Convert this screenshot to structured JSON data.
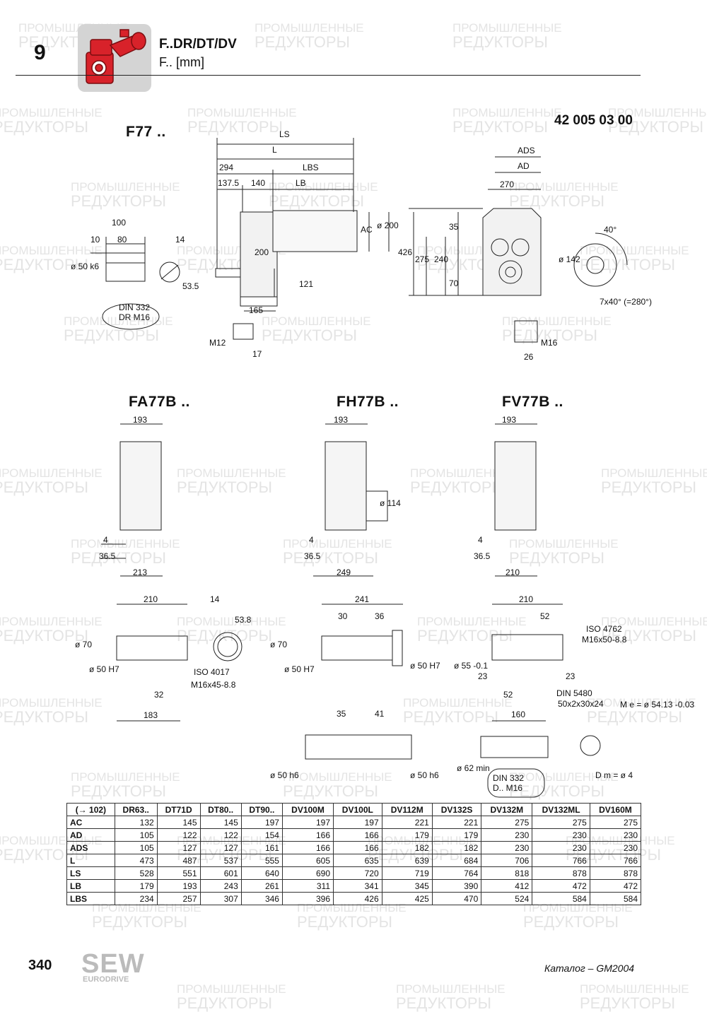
{
  "header": {
    "chapter": "9",
    "title": "F..DR/DT/DV",
    "subtitle": "F.. [mm]",
    "code": "42 005 03 00"
  },
  "watermark": {
    "line1": "ПРОМЫШЛЕННЫЕ",
    "line2": "РЕДУКТОРЫ"
  },
  "drawings": {
    "f77": {
      "label": "F77 ..",
      "dims": [
        "LS",
        "L",
        "294",
        "LBS",
        "137.5",
        "140",
        "LB",
        "AC",
        "ø 200",
        "200",
        "121",
        "165",
        "100",
        "10",
        "80",
        "14",
        "ø 50 k6",
        "53.5",
        "DIN 332",
        "DR M16",
        "M12",
        "17",
        "ADS",
        "AD",
        "270",
        "426",
        "275",
        "35",
        "240",
        "70",
        "40°",
        "ø 142",
        "7x40° (=280°)",
        "M16",
        "26"
      ]
    },
    "fa77b": {
      "label": "FA77B ..",
      "dims": [
        "193",
        "4",
        "36.5",
        "213"
      ]
    },
    "fh77b": {
      "label": "FH77B ..",
      "dims": [
        "193",
        "ø 114",
        "4",
        "36.5",
        "249"
      ]
    },
    "fv77b": {
      "label": "FV77B ..",
      "dims": [
        "193",
        "4",
        "36.5",
        "210"
      ]
    },
    "fa_shaft": {
      "dims": [
        "210",
        "14",
        "53.8",
        "ø 70",
        "ø 50 H7",
        "ISO 4017",
        "M16x45-8.8",
        "32",
        "183"
      ]
    },
    "fh_shaft": {
      "dims": [
        "241",
        "30",
        "36",
        "ø 70",
        "ø 50 H7",
        "ø 50 H7",
        "35",
        "41",
        "ø 50 h6",
        "ø 50 h6"
      ]
    },
    "fv_shaft": {
      "dims": [
        "210",
        "52",
        "ISO 4762",
        "M16x50-8.8",
        "ø 55 -0.1",
        "23",
        "23",
        "52",
        "DIN 5480",
        "50x2x30x24",
        "M e = ø 54.13 -0.03",
        "160",
        "ø 62 min",
        "DIN 332",
        "D.. M16",
        "D m = ø 4"
      ]
    }
  },
  "table": {
    "ref": "(→ 102)",
    "columns": [
      "DR63..",
      "DT71D",
      "DT80..",
      "DT90..",
      "DV100M",
      "DV100L",
      "DV112M",
      "DV132S",
      "DV132M",
      "DV132ML",
      "DV160M"
    ],
    "rows": [
      {
        "name": "AC",
        "values": [
          "132",
          "145",
          "145",
          "197",
          "197",
          "197",
          "221",
          "221",
          "275",
          "275",
          "275"
        ]
      },
      {
        "name": "AD",
        "values": [
          "105",
          "122",
          "122",
          "154",
          "166",
          "166",
          "179",
          "179",
          "230",
          "230",
          "230"
        ]
      },
      {
        "name": "ADS",
        "values": [
          "105",
          "127",
          "127",
          "161",
          "166",
          "166",
          "182",
          "182",
          "230",
          "230",
          "230"
        ]
      },
      {
        "name": "L",
        "values": [
          "473",
          "487",
          "537",
          "555",
          "605",
          "635",
          "639",
          "684",
          "706",
          "766",
          "766"
        ]
      },
      {
        "name": "LS",
        "values": [
          "528",
          "551",
          "601",
          "640",
          "690",
          "720",
          "719",
          "764",
          "818",
          "878",
          "878"
        ]
      },
      {
        "name": "LB",
        "values": [
          "179",
          "193",
          "243",
          "261",
          "311",
          "341",
          "345",
          "390",
          "412",
          "472",
          "472"
        ]
      },
      {
        "name": "LBS",
        "values": [
          "234",
          "257",
          "307",
          "346",
          "396",
          "426",
          "425",
          "470",
          "524",
          "584",
          "584"
        ]
      }
    ]
  },
  "footer": {
    "page_number": "340",
    "logo": "SEW",
    "logo_sub": "EURODRIVE",
    "catalog": "Каталог – GM2004"
  },
  "colors": {
    "thumb_red": "#d8222a",
    "thumb_bg": "#d4d4d4"
  }
}
